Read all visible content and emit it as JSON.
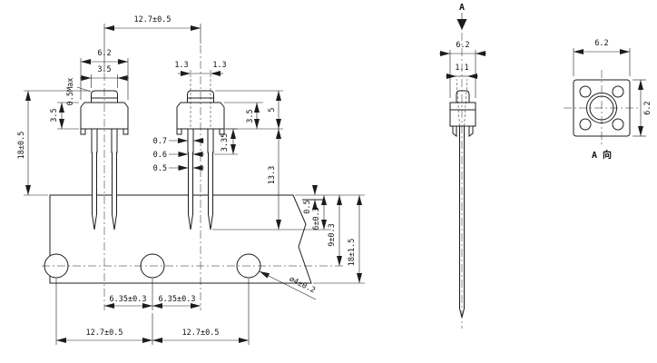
{
  "front": {
    "pitch_top": "12.7±0.5",
    "body_width": "6.2",
    "button_width": "3.5",
    "flash_max": "0.5Max",
    "body_height_left": "3.5",
    "overall_height": "18±0.5",
    "lead_offset_left": "1.3",
    "lead_offset_right": "1.3",
    "lead_width_top": "0.7",
    "lead_width_mid": "0.6",
    "lead_width_tip": "0.5",
    "lead_shoulder": "3.35",
    "body_height_right": "3.5",
    "button_height": "5",
    "lead_length": "13.3",
    "tape_thickness": "0.5",
    "tape_to_tip": "6±0.3",
    "tape_to_hole": "9±0.3",
    "tape_width": "18±1.5",
    "hole_diameter": "⌀4±0.2",
    "hole_offset_left": "6.35±0.3",
    "hole_offset_right": "6.35±0.3",
    "pitch_bottom_left": "12.7±0.5",
    "pitch_bottom_right": "12.7±0.5"
  },
  "side": {
    "section_label": "A",
    "body_width": "6.2",
    "lead_thickness": "1.1"
  },
  "top": {
    "width": "6.2",
    "height": "6.2",
    "view_label": "A 向"
  }
}
